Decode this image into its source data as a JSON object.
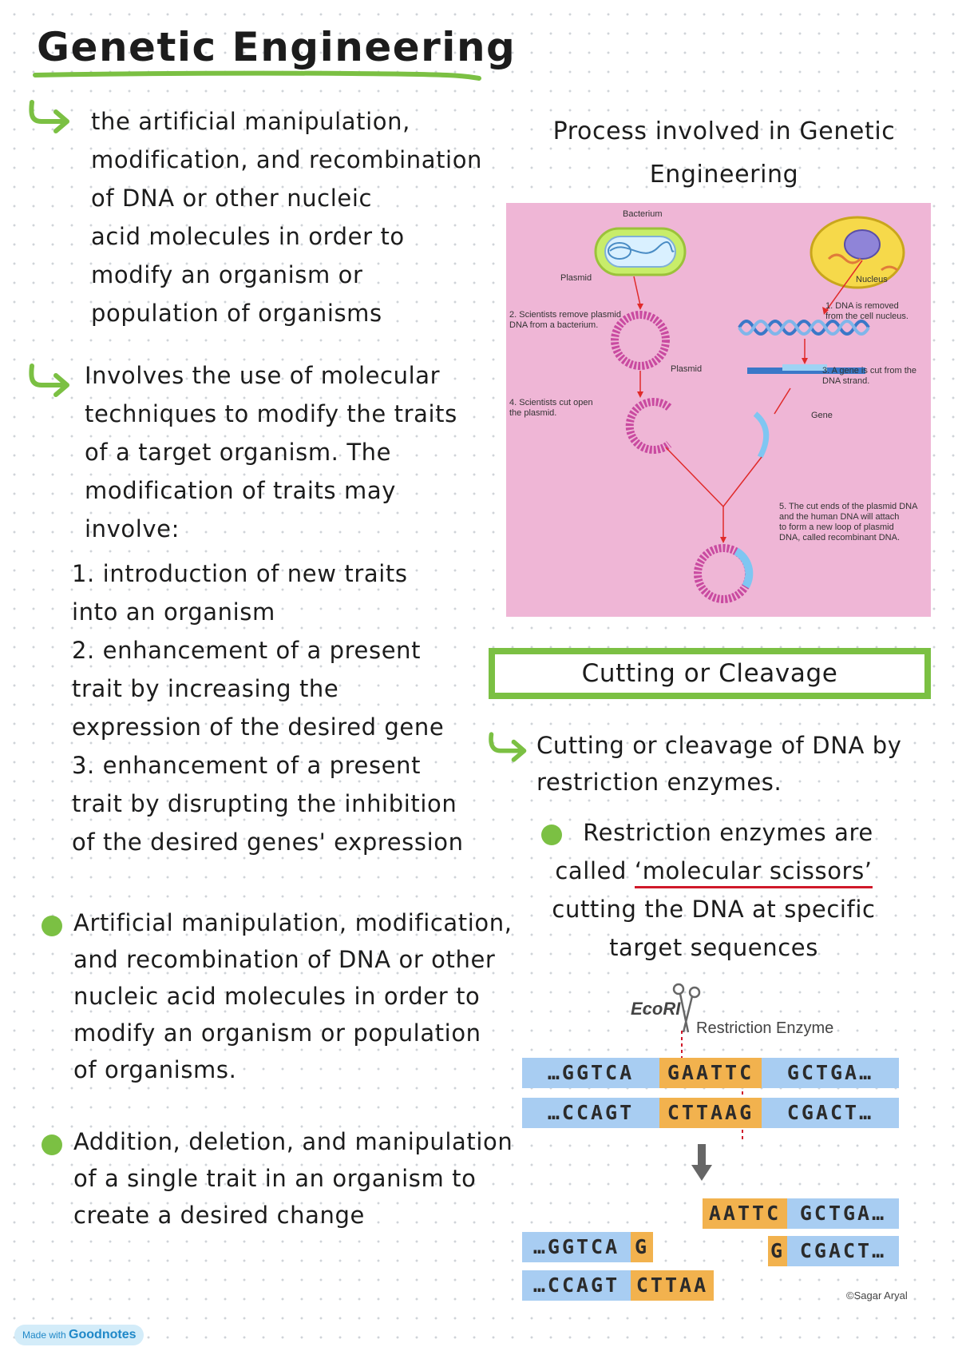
{
  "title": "Genetic Engineering",
  "definition": {
    "lines": [
      "the artificial manipulation,",
      "modification, and recombination",
      "of DNA or other nucleic",
      "acid molecules in order to",
      "modify an organism or",
      "population of organisms"
    ]
  },
  "involves": {
    "lines": [
      "Involves the use of molecular",
      "techniques to modify the traits",
      "of a target organism. The",
      "modification of traits may",
      "involve:"
    ]
  },
  "numbered_list": {
    "lines": [
      "1. introduction of new traits",
      "into an organism",
      "2. enhancement of a present",
      "trait by increasing the",
      "expression of the desired gene",
      "3. enhancement of a present",
      "trait by disrupting the inhibition",
      "of the desired genes' expression"
    ]
  },
  "bullet1": {
    "lines": [
      "Artificial manipulation, modification,",
      "and recombination of DNA or other",
      "nucleic acid molecules in order to",
      "modify an organism or population",
      "of organisms."
    ]
  },
  "bullet2": {
    "lines": [
      "Addition, deletion, and manipulation",
      "of a single trait in an organism to",
      "create a desired change"
    ]
  },
  "process": {
    "heading_line1": "Process involved in Genetic",
    "heading_line2": "Engineering",
    "labels": {
      "bacterium": "Bacterium",
      "plasmid_top": "Plasmid",
      "nucleus": "Nucleus",
      "step1_line1": "1. DNA is removed",
      "step1_line2": "from the cell nucleus.",
      "step2_line1": "2. Scientists remove plasmid",
      "step2_line2": "DNA from a bacterium.",
      "plasmid_mid": "Plasmid",
      "step3_line1": "3. A gene is cut from the",
      "step3_line2": "DNA strand.",
      "step4_line1": "4. Scientists cut open",
      "step4_line2": "the plasmid.",
      "gene": "Gene",
      "step5_line1": "5. The cut ends of the plasmid DNA",
      "step5_line2": "and the human DNA will attach",
      "step5_line3": "to form a new loop of plasmid",
      "step5_line4": "DNA, called recombinant DNA."
    }
  },
  "cutting": {
    "box_title": "Cutting or Cleavage",
    "arrow_line1": "Cutting or cleavage of DNA by",
    "arrow_line2": "restriction enzymes.",
    "bullet_line1": "Restriction enzymes are",
    "bullet_line2_pre": "called ",
    "bullet_line2_quote": "‘molecular scissors’",
    "bullet_line3": "cutting the DNA at specific",
    "bullet_line4": "target sequences"
  },
  "ecori": {
    "enzyme_name": "EcoRI",
    "enzyme_label": "Restriction Enzyme",
    "top_left": "…GGTCA",
    "top_site": "GAATTC",
    "top_right": "GCTGA…",
    "bottom_left": "…CCAGT",
    "bottom_site": "CTTAAG",
    "bottom_right": "CGACT…",
    "frag_right_top_site": "AATTC",
    "frag_right_top_rest": "GCTGA…",
    "frag_right_bottom_site": "G",
    "frag_right_bottom_rest": "CGACT…",
    "frag_left_top_rest": "…GGTCA",
    "frag_left_top_site": "G",
    "frag_left_bottom_rest": "…CCAGT",
    "frag_left_bottom_site": "CTTAA",
    "credit": "©Sagar Aryal"
  },
  "footer": {
    "made_with": "Made with",
    "brand": "Goodnotes"
  },
  "colors": {
    "accent_green": "#7bc043",
    "underline_red": "#d0192a",
    "diagram_pink": "#efb6d6",
    "seq_blue": "#a8cdf2",
    "seq_orange": "#f2b24e"
  }
}
